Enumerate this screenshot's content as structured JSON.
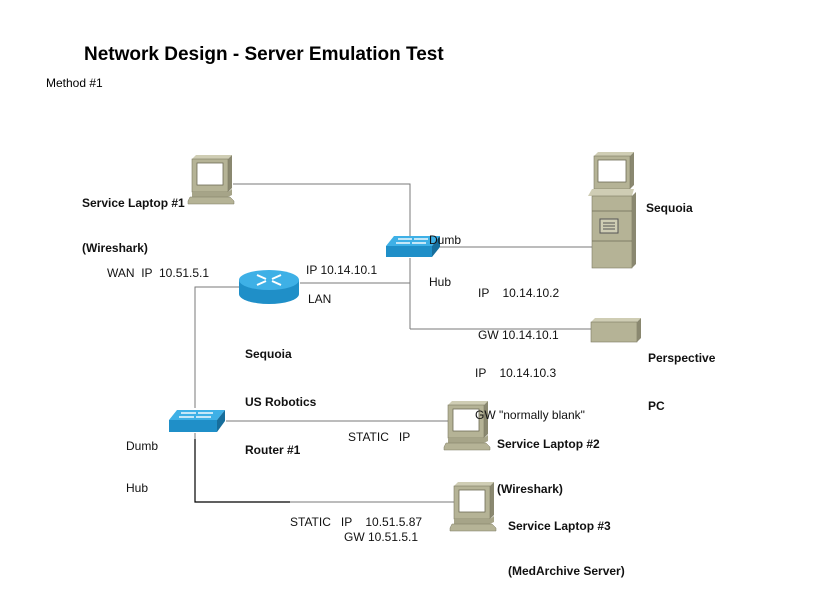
{
  "title": "Network Design - Server Emulation Test",
  "subtitle": "Method #1",
  "colors": {
    "device_beige": "#b5b396",
    "device_dark": "#8a8870",
    "network_blue": "#2a9fd6",
    "network_blue_dark": "#1c78a6",
    "link_gray": "#7a7a7a",
    "link_black": "#000000"
  },
  "nodes": {
    "laptop1": {
      "type": "laptop",
      "name_line1": "Service Laptop #1",
      "name_line2": "(Wireshark)"
    },
    "hub_top": {
      "type": "hub",
      "label_line1": "Dumb",
      "label_line2": "Hub"
    },
    "sequoia": {
      "type": "server",
      "name": "Sequoia",
      "ip_line": "IP    10.14.10.2",
      "gw_line": "GW 10.14.10.1"
    },
    "router": {
      "type": "router",
      "name_line1": "Sequoia",
      "name_line2": "US Robotics",
      "name_line3": "Router #1",
      "wan_label": "WAN  IP  10.51.5.1",
      "lan_ip": "IP 10.14.10.1",
      "lan_label": "LAN"
    },
    "perspective": {
      "type": "pc",
      "name_line1": "Perspective",
      "name_line2": "PC",
      "ip_line": "IP    10.14.10.3",
      "gw_line": "GW \"normally blank\""
    },
    "hub_bottom": {
      "type": "hub",
      "label_line1": "Dumb",
      "label_line2": "Hub"
    },
    "laptop2": {
      "type": "laptop",
      "name_line1": "Service Laptop #2",
      "name_line2": "(Wireshark)",
      "ip_line": "STATIC   IP"
    },
    "laptop3": {
      "type": "laptop",
      "name_line1": "Service Laptop #3",
      "name_line2": "(MedArchive Server)",
      "ip_line": "STATIC   IP    10.51.5.87",
      "gw_line": "GW 10.51.5.1"
    }
  },
  "links": [
    {
      "from": "laptop1",
      "to": "hub_top"
    },
    {
      "from": "hub_top",
      "to": "sequoia"
    },
    {
      "from": "router",
      "to": "hub_top"
    },
    {
      "from": "hub_top",
      "to": "perspective"
    },
    {
      "from": "router",
      "to": "hub_bottom"
    },
    {
      "from": "hub_bottom",
      "to": "laptop2"
    },
    {
      "from": "hub_bottom",
      "to": "laptop3"
    }
  ]
}
